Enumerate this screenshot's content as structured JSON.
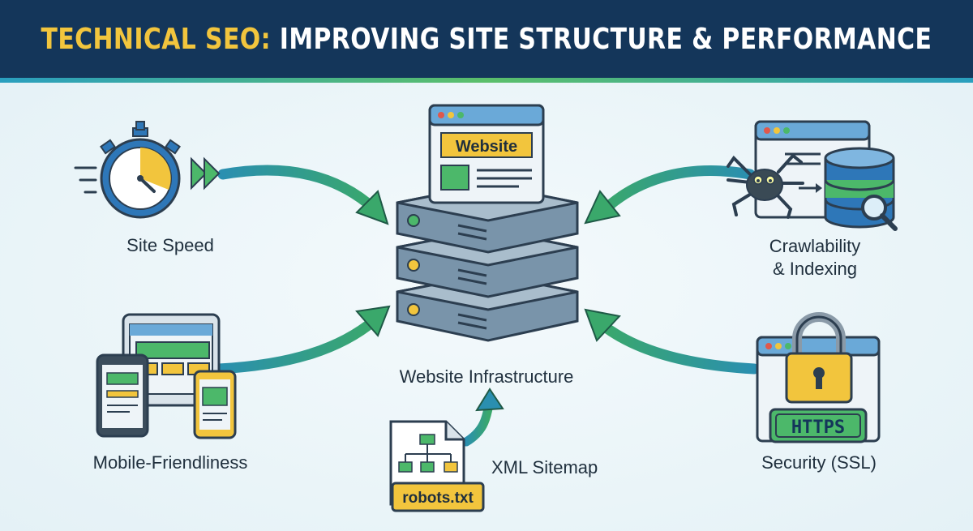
{
  "header": {
    "title_accent": "TECHNICAL SEO:",
    "title_rest": "IMPROVING SITE STRUCTURE & PERFORMANCE"
  },
  "center": {
    "window_label": "Website",
    "caption": "Website Infrastructure"
  },
  "nodes": {
    "site_speed": {
      "label": "Site Speed",
      "icon": "stopwatch-icon"
    },
    "crawlability": {
      "label_line1": "Crawlability",
      "label_line2": "& Indexing",
      "icon": "spider-database-icon"
    },
    "mobile": {
      "label": "Mobile-Friendliness",
      "icon": "devices-icon"
    },
    "security": {
      "label": "Security (SSL)",
      "badge": "HTTPS",
      "icon": "padlock-icon"
    },
    "sitemap": {
      "label": "XML Sitemap",
      "file_label": "robots.txt",
      "icon": "sitemap-file-icon"
    }
  },
  "colors": {
    "header_bg": "#14365a",
    "accent_yellow": "#f2c53d",
    "arrow_green": "#3aa86b",
    "arrow_teal": "#2a8fb0",
    "server_blue": "#6f8fa8"
  }
}
